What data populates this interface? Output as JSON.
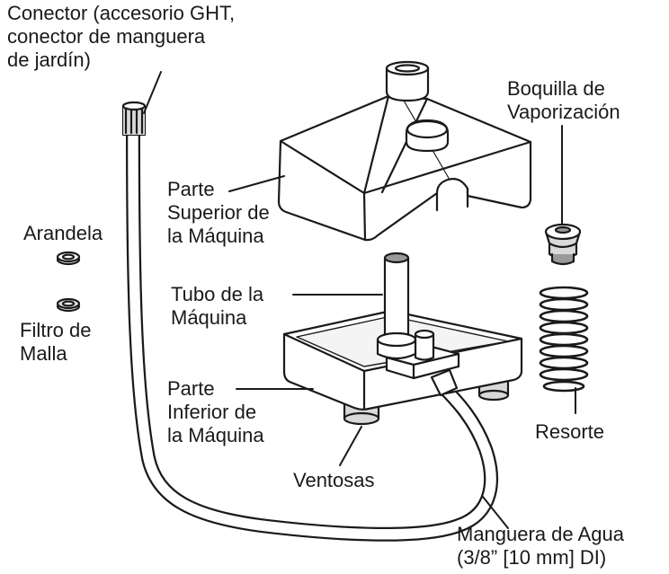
{
  "labels": {
    "connector": [
      "Conector (accesorio GHT,",
      "conector de manguera",
      "de jardín)"
    ],
    "spray_nozzle": [
      "Boquilla de",
      "Vaporización"
    ],
    "machine_top": [
      "Parte",
      "Superior de",
      "la Máquina"
    ],
    "washer": [
      "Arandela"
    ],
    "machine_tube": [
      "Tubo de la",
      "Máquina"
    ],
    "mesh_filter": [
      "Filtro de",
      "Malla"
    ],
    "machine_bottom": [
      "Parte",
      "Inferior de",
      "la Máquina"
    ],
    "spring": [
      "Resorte"
    ],
    "suction_cups": [
      "Ventosas"
    ],
    "water_hose": [
      "Manguera de Agua",
      "(3/8” [10 mm] DI)"
    ]
  },
  "colors": {
    "ink": "#1a1a1a",
    "shade": "#d9d9d9",
    "dark_shade": "#9a9a9a"
  }
}
